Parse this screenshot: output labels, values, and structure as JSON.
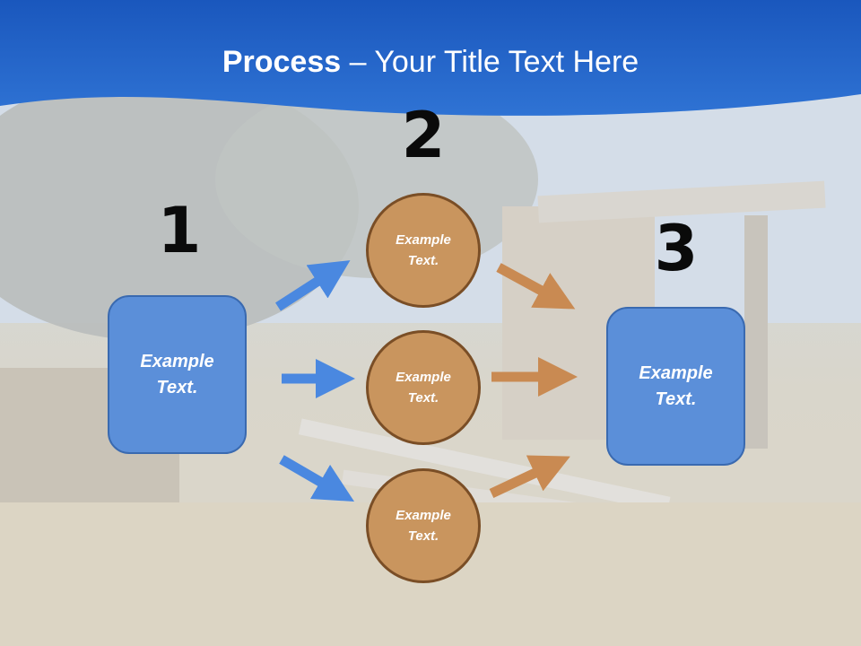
{
  "title": {
    "bold": "Process",
    "rest": " – Your Title Text Here"
  },
  "colors": {
    "header_blue": "#1f5fc4",
    "box_blue": "#5b8fd9",
    "circle_orange": "#c9955e",
    "blue_arrow": "#4a88e0",
    "orange_arrow": "#c98a52"
  },
  "steps": [
    {
      "number": "1",
      "label": "Example Text."
    },
    {
      "number": "2",
      "items": [
        {
          "label": "Example Text."
        },
        {
          "label": "Example Text."
        },
        {
          "label": "Example Text."
        }
      ]
    },
    {
      "number": "3",
      "label": "Example Text."
    }
  ]
}
